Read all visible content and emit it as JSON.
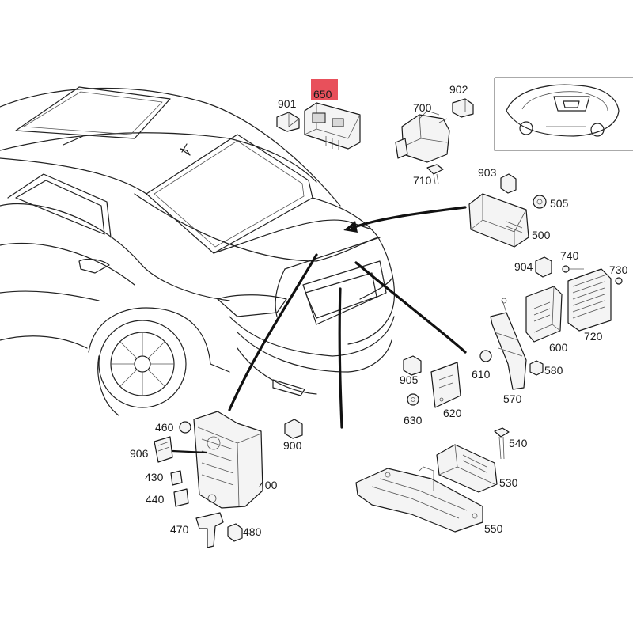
{
  "colors": {
    "line": "#1a1a1a",
    "highlight": "#e8505b",
    "background": "#ffffff",
    "frame": "#555555"
  },
  "callouts": {
    "c650": "650",
    "c901": "901",
    "c902": "902",
    "c700": "700",
    "c710": "710",
    "c903": "903",
    "c505": "505",
    "c500": "500",
    "c904": "904",
    "c740": "740",
    "c730": "730",
    "c600": "600",
    "c720": "720",
    "c610": "610",
    "c580": "580",
    "c905": "905",
    "c570": "570",
    "c630": "630",
    "c620": "620",
    "c460": "460",
    "c900": "900",
    "c906": "906",
    "c430": "430",
    "c400": "400",
    "c440": "440",
    "c470": "470",
    "c480": "480",
    "c540": "540",
    "c530": "530",
    "c550": "550"
  }
}
